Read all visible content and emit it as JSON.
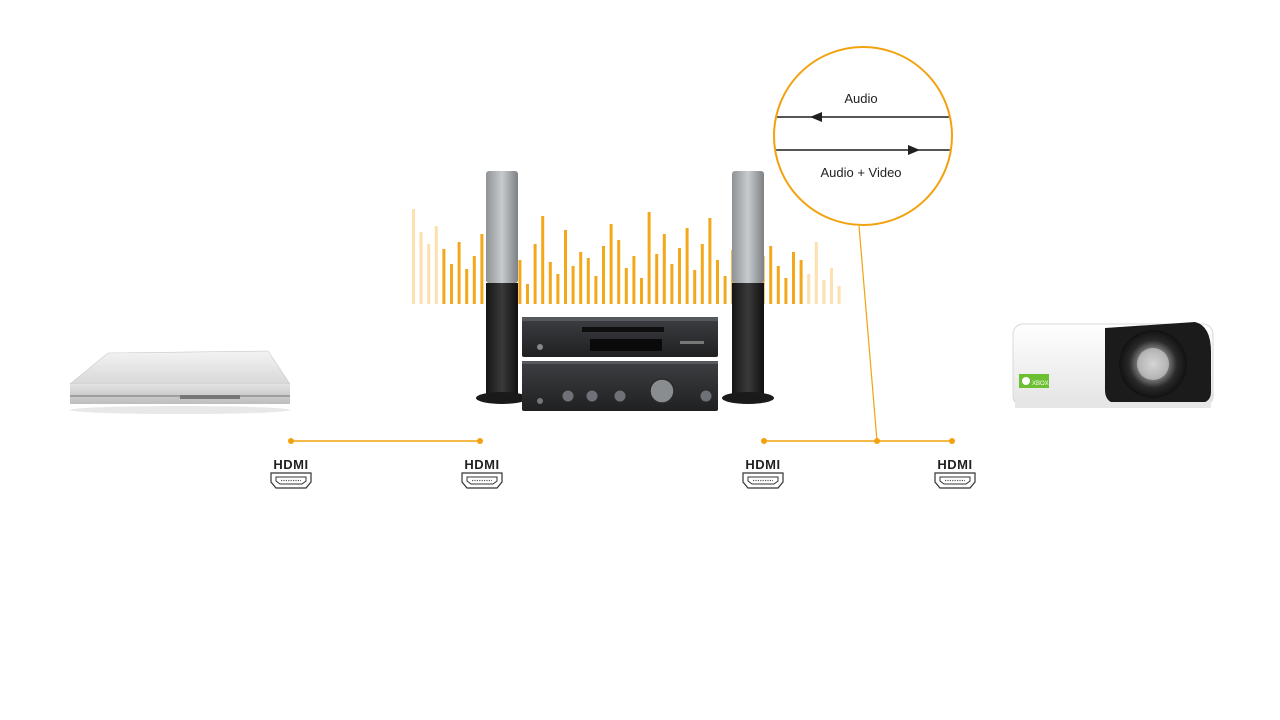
{
  "colors": {
    "accent": "#F2A20F",
    "accent_light": "#F9C66A",
    "label": "#222222"
  },
  "bubble": {
    "audio_label": "Audio",
    "audio_video_label": "Audio + Video"
  },
  "ports": [
    {
      "label": "HDMI",
      "icon": "hdmi-port-icon"
    },
    {
      "label": "HDMI",
      "icon": "hdmi-port-icon"
    },
    {
      "label": "HDMI",
      "icon": "hdmi-port-icon"
    },
    {
      "label": "HDMI",
      "icon": "hdmi-port-icon"
    }
  ],
  "devices": {
    "source": "blu-ray-player",
    "receiver": "av-receiver-with-speakers",
    "display": "projector"
  },
  "projector_badge": "XBOX"
}
